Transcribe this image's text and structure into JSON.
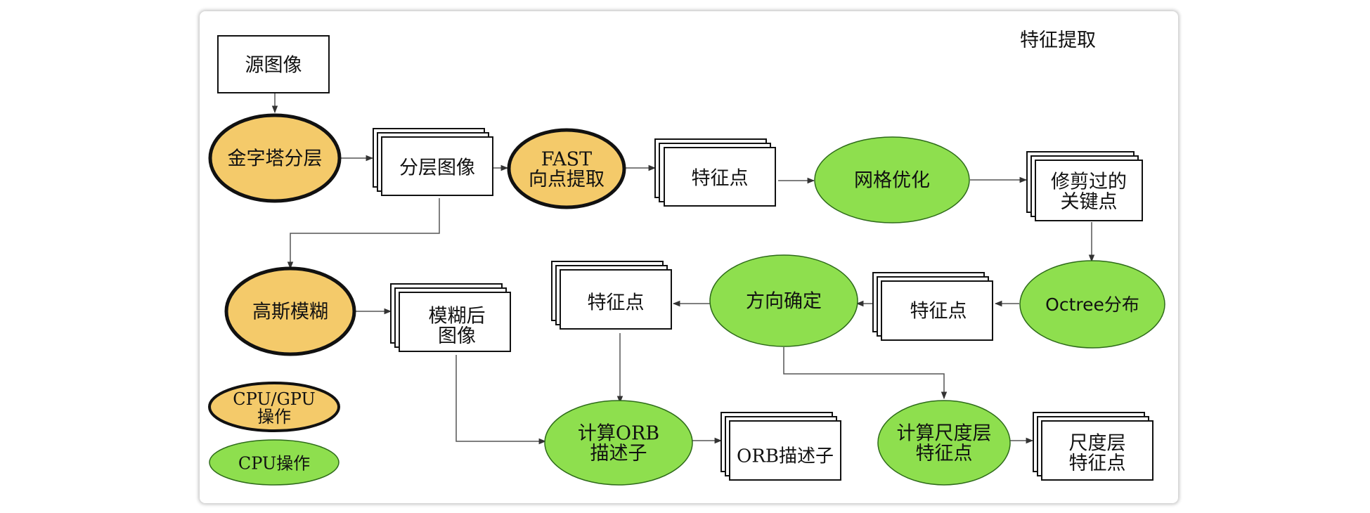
{
  "title": "特征提取",
  "colors": {
    "cpu_gpu": "#f4ca6a",
    "cpu": "#8edf4e",
    "stroke": "#111111",
    "line": "#555555"
  },
  "nodes": {
    "source_image": [
      "源图像"
    ],
    "pyramid_layering": [
      "金字塔分层"
    ],
    "layered_image": [
      "分层图像"
    ],
    "fast_extraction": [
      "FAST",
      "向点提取"
    ],
    "feature_points_1": [
      "特征点"
    ],
    "grid_optimization": [
      "网格优化"
    ],
    "pruned_keypoints": [
      "修剪过的",
      "关键点"
    ],
    "gaussian_blur": [
      "高斯模糊"
    ],
    "blurred_image": [
      "模糊后",
      "图像"
    ],
    "feature_points_2": [
      "特征点"
    ],
    "orientation": [
      "方向确定"
    ],
    "feature_points_3": [
      "特征点"
    ],
    "octree": [
      "Octree分布"
    ],
    "compute_orb": [
      "计算ORB",
      "描述子"
    ],
    "orb_descriptor": [
      "ORB描述子"
    ],
    "compute_scale": [
      "计算尺度层",
      "特征点"
    ],
    "scale_points": [
      "尺度层",
      "特征点"
    ]
  },
  "legend": {
    "cpu_gpu": [
      "CPU/GPU",
      "操作"
    ],
    "cpu": [
      "CPU操作"
    ]
  }
}
